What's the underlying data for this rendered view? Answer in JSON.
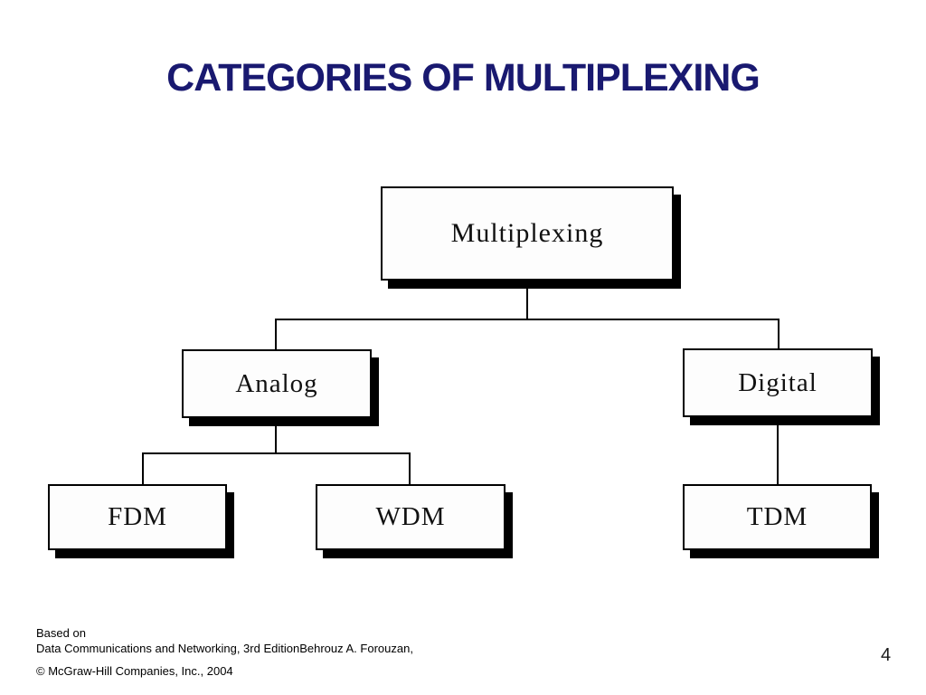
{
  "slide": {
    "title": "CATEGORIES OF MULTIPLEXING",
    "page_number": "4",
    "footer": {
      "line1": "Based on",
      "line2": "Data Communications and Networking, 3rd EditionBehrouz A. Forouzan,",
      "line3": "© McGraw-Hill Companies, Inc., 2004"
    }
  },
  "diagram": {
    "type": "tree",
    "title": "Categories of multiplexing",
    "nodes": [
      {
        "id": "multiplexing",
        "label": "Multiplexing",
        "parent": null
      },
      {
        "id": "analog",
        "label": "Analog",
        "parent": "multiplexing"
      },
      {
        "id": "digital",
        "label": "Digital",
        "parent": "multiplexing"
      },
      {
        "id": "fdm",
        "label": "FDM",
        "parent": "analog"
      },
      {
        "id": "wdm",
        "label": "WDM",
        "parent": "analog"
      },
      {
        "id": "tdm",
        "label": "TDM",
        "parent": "digital"
      }
    ],
    "colors": {
      "title_text": "#191970",
      "box_fill": "#fdfdfd",
      "box_border": "#000000",
      "box_shadow": "#000000",
      "line": "#000000",
      "background": "#ffffff"
    }
  }
}
